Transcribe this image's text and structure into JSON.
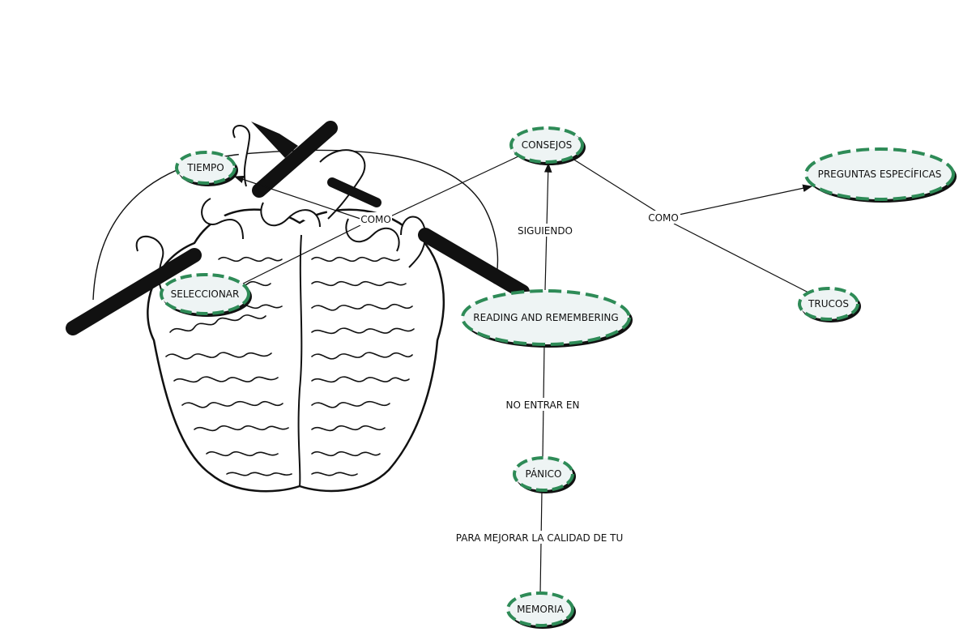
{
  "diagram": {
    "nodes": {
      "tiempo": "TIEMPO",
      "consejos": "CONSEJOS",
      "preguntas": "PREGUNTAS ESPECÍFICAS",
      "seleccionar": "SELECCIONAR",
      "reading": "READING AND REMEMBERING",
      "trucos": "TRUCOS",
      "panico": "PÁNICO",
      "memoria": "MEMORIA"
    },
    "links": {
      "como_left": "COMO",
      "como_right": "COMO",
      "siguiendo": "SIGUIENDO",
      "no_entrar_en": "NO ENTRAR EN",
      "para_mejorar": "PARA MEJORAR LA CALIDAD DE TU"
    },
    "colors": {
      "node_border": "#2e8b57",
      "node_fill": "#eef4f4",
      "node_shadow": "#111111",
      "line": "#111111"
    },
    "background_image": "knitting-brain-illustration"
  }
}
